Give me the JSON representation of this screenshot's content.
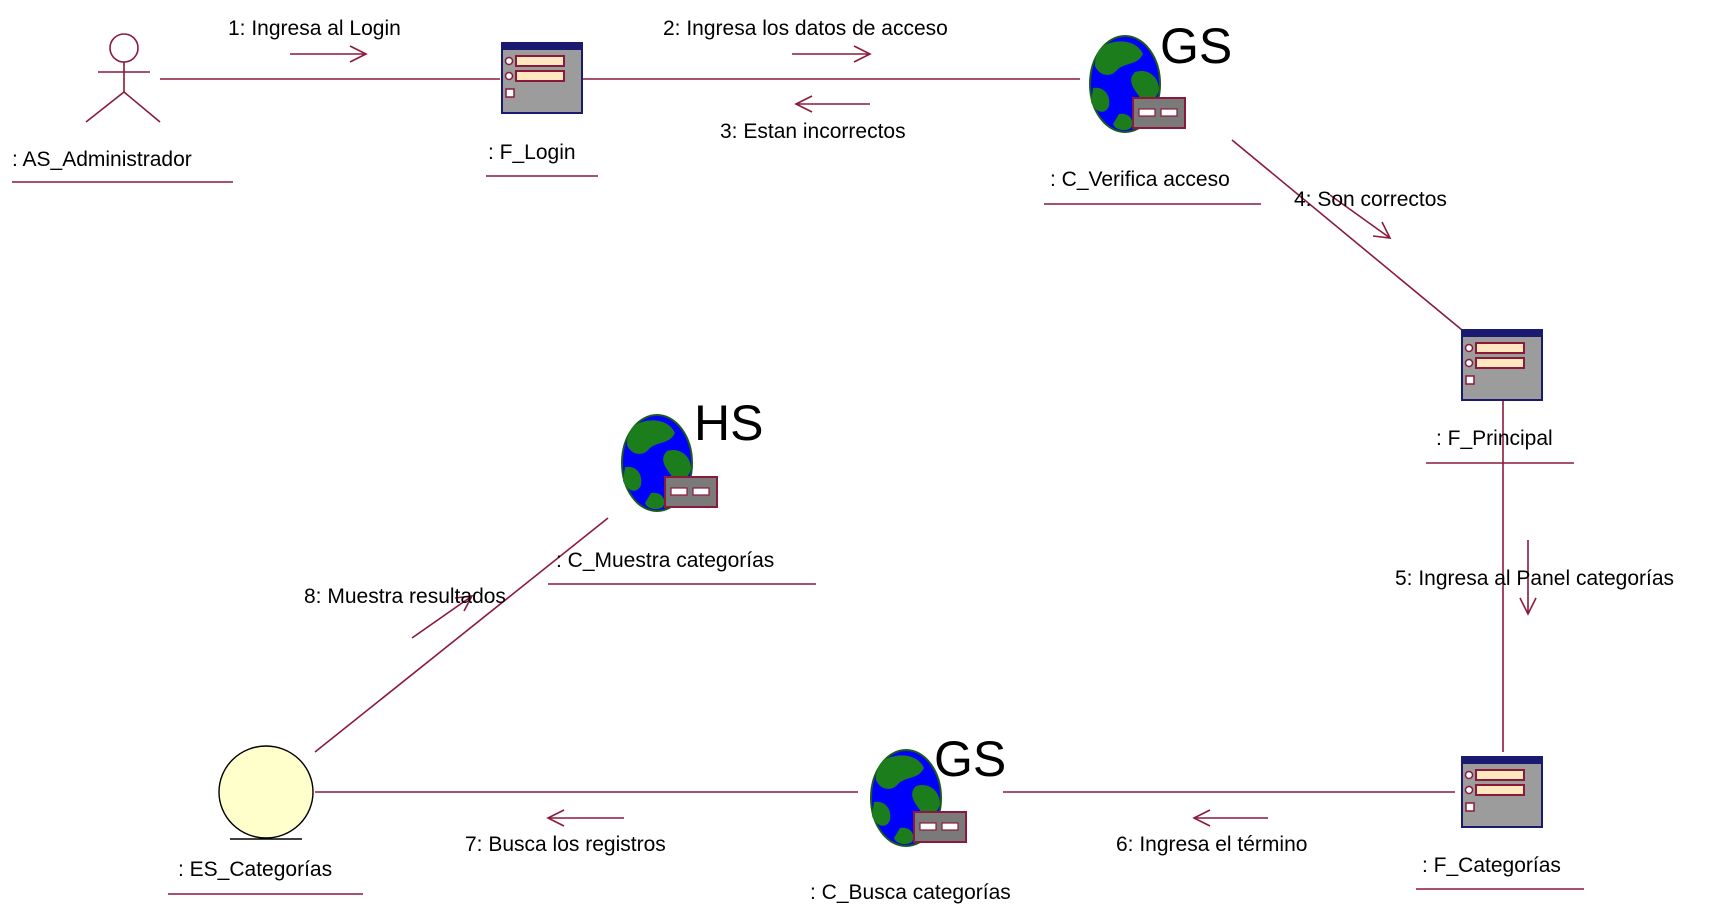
{
  "colors": {
    "line": "#8b1a3a",
    "earth_blue": "#0000ff",
    "earth_green": "#1b7d1b",
    "entity_fill": "#ffffcc",
    "form_border": "#1a1a70",
    "form_body": "#9c9c9c",
    "form_field": "#ffe8c0",
    "server_box": "#7a7a7a"
  },
  "objects": {
    "actor": ": AS_Administrador",
    "f_login": ": F_Login",
    "c_verifica": ": C_Verifica acceso",
    "f_principal": ": F_Principal",
    "f_categorias": ": F_Categorías",
    "c_busca": ": C_Busca categorías",
    "c_muestra": ": C_Muestra categorías",
    "es_categorias": ": ES_Categorías"
  },
  "badges": {
    "c_verifica": "GS",
    "c_busca": "GS",
    "c_muestra": "HS"
  },
  "messages": {
    "m1": "1: Ingresa al Login",
    "m2": "2: Ingresa los datos de acceso",
    "m3": "3: Estan incorrectos",
    "m4": "4: Son correctos",
    "m5": "5: Ingresa al Panel categorías",
    "m6": "6: Ingresa el término",
    "m7": "7: Busca los registros",
    "m8": "8: Muestra resultados"
  }
}
